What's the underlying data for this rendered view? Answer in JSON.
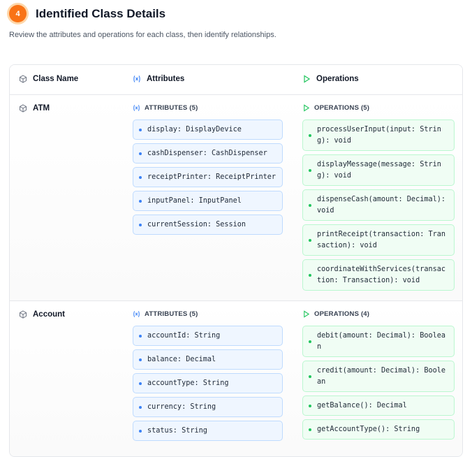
{
  "step": {
    "number": "4",
    "title": "Identified Class Details"
  },
  "subtitle": "Review the attributes and operations for each class, then identify relationships.",
  "columns": {
    "class_name": "Class Name",
    "attributes": "Attributes",
    "operations": "Operations"
  },
  "classes": [
    {
      "name": "ATM",
      "attributes_label": "ATTRIBUTES (5)",
      "operations_label": "OPERATIONS (5)",
      "attributes": [
        "display: DisplayDevice",
        "cashDispenser: CashDispenser",
        "receiptPrinter: ReceiptPrinter",
        "inputPanel: InputPanel",
        "currentSession: Session"
      ],
      "operations": [
        "processUserInput(input: String): void",
        "displayMessage(message: String): void",
        "dispenseCash(amount: Decimal): void",
        "printReceipt(transaction: Transaction): void",
        "coordinateWithServices(transaction: Transaction): void"
      ]
    },
    {
      "name": "Account",
      "attributes_label": "ATTRIBUTES (5)",
      "operations_label": "OPERATIONS (4)",
      "attributes": [
        "accountId: String",
        "balance: Decimal",
        "accountType: String",
        "currency: String",
        "status: String"
      ],
      "operations": [
        "debit(amount: Decimal): Boolean",
        "credit(amount: Decimal): Boolean",
        "getBalance(): Decimal",
        "getAccountType(): String"
      ]
    }
  ],
  "colors": {
    "accent": "#f97316",
    "attribute": "#3b82f6",
    "operation": "#22c55e"
  }
}
